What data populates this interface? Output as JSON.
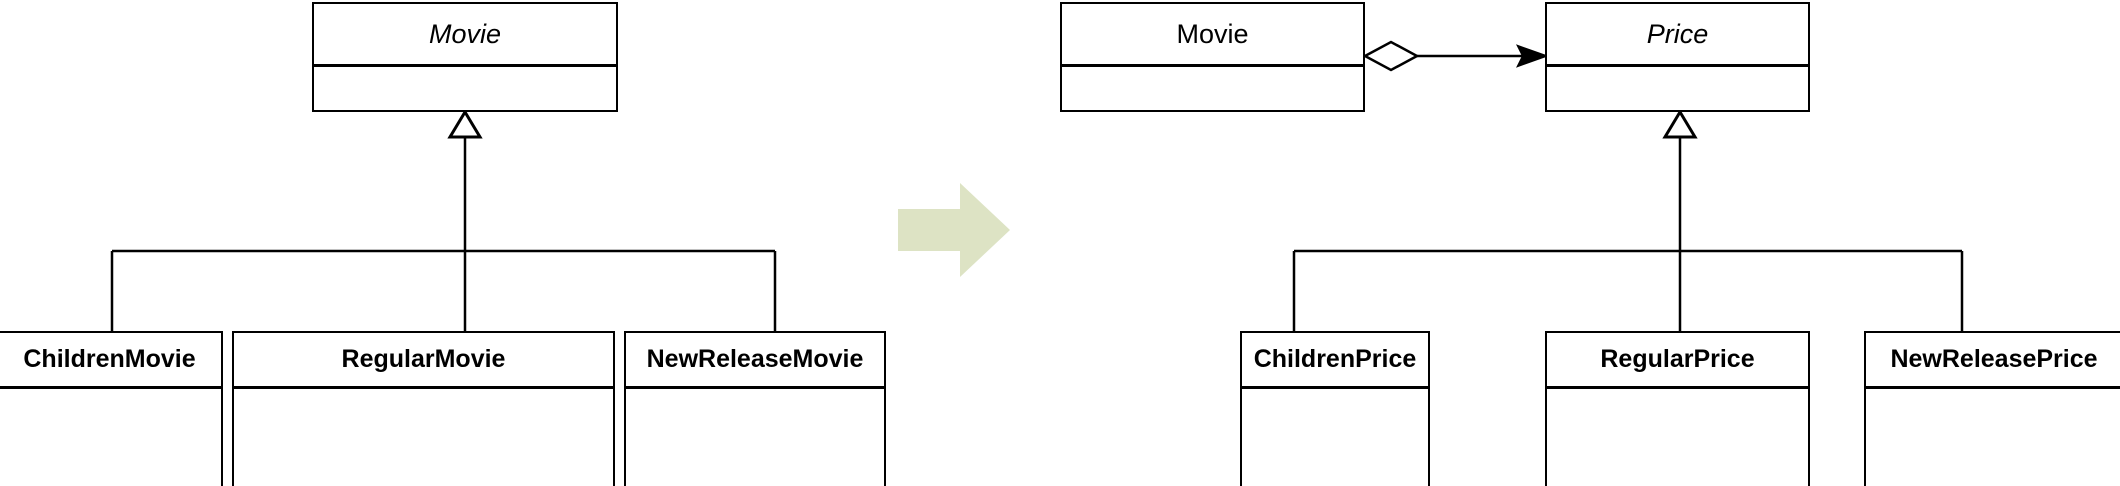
{
  "diagram": {
    "type": "uml-class-diagram",
    "title": "",
    "background_color": "#ffffff",
    "line_color": "#000000",
    "accent_color": "#dde3c4",
    "panels": [
      {
        "id": "before",
        "root": "Movie",
        "description": "Movie inheritance hierarchy"
      },
      {
        "id": "after",
        "root": "Price",
        "description": "Movie aggregates Price; Price inheritance hierarchy"
      }
    ]
  },
  "left_panel": {
    "superclass": {
      "name": "Movie",
      "abstract": true,
      "attributes": []
    },
    "subclasses": [
      {
        "name": "ChildrenMovie",
        "abstract": false,
        "attributes": []
      },
      {
        "name": "RegularMovie",
        "abstract": false,
        "attributes": []
      },
      {
        "name": "NewReleaseMovie",
        "abstract": false,
        "attributes": []
      }
    ],
    "relationship": "generalization"
  },
  "transform_arrow": {
    "icon": "right-arrow-icon",
    "color": "#dde3c4",
    "label": ""
  },
  "right_panel": {
    "owner_class": {
      "name": "Movie",
      "abstract": false,
      "attributes": []
    },
    "superclass": {
      "name": "Price",
      "abstract": true,
      "attributes": []
    },
    "subclasses": [
      {
        "name": "ChildrenPrice",
        "abstract": false,
        "attributes": []
      },
      {
        "name": "RegularPrice",
        "abstract": false,
        "attributes": []
      },
      {
        "name": "NewReleasePrice",
        "abstract": false,
        "attributes": []
      }
    ],
    "association": {
      "kind": "aggregation",
      "source": "Movie",
      "target": "Price",
      "source_decoration": "hollow-diamond",
      "target_decoration": "open-arrowhead",
      "label": ""
    },
    "relationship": "generalization"
  }
}
